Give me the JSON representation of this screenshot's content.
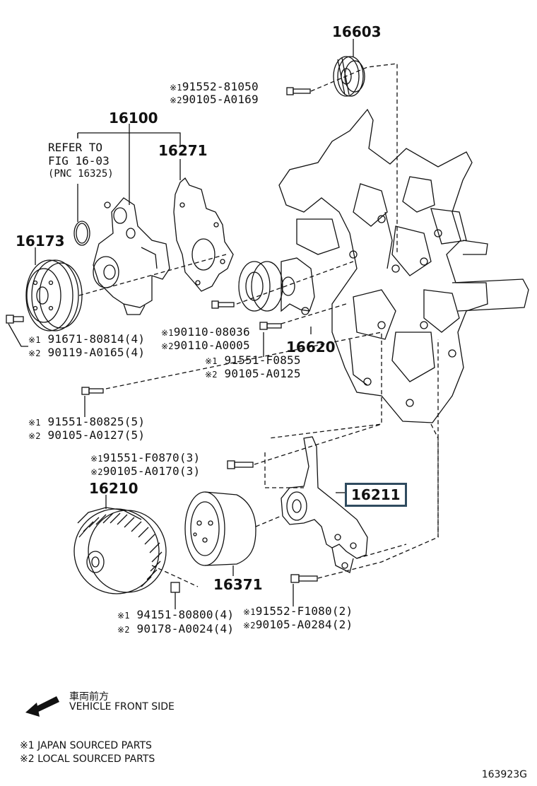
{
  "parts": {
    "p16603": "16603",
    "p16100": "16100",
    "p16271": "16271",
    "p16173": "16173",
    "p16620": "16620",
    "p16210": "16210",
    "p16211": "16211",
    "p16371": "16371"
  },
  "refer": {
    "line1": "REFER TO",
    "line2": "FIG 16-03",
    "line3": "(PNC 16325)"
  },
  "bolts": {
    "b1_j": "91552-81050",
    "b1_l": "90105-A0169",
    "b2_j": "91671-80814(4)",
    "b2_l": "90119-A0165(4)",
    "b3_j": "90110-08036",
    "b3_l": "90110-A0005",
    "b4_j": "91551-F0855",
    "b4_l": "90105-A0125",
    "b5_j": "91551-80825(5)",
    "b5_l": "90105-A0127(5)",
    "b6_j": "91551-F0870(3)",
    "b6_l": "90105-A0170(3)",
    "b7_j": "94151-80800(4)",
    "b7_l": "90178-A0024(4)",
    "b8_j": "91552-F1080(2)",
    "b8_l": "90105-A0284(2)"
  },
  "marks": {
    "japan": "※1",
    "local": "※2"
  },
  "front": {
    "jp": "車両前方",
    "en": "VEHICLE FRONT SIDE"
  },
  "notes": {
    "n1": "※1 JAPAN SOURCED PARTS",
    "n2": "※2 LOCAL SOURCED PARTS"
  },
  "figure_code": "163923G",
  "colors": {
    "highlight_border": "#2f4b5f",
    "line": "#111111"
  }
}
